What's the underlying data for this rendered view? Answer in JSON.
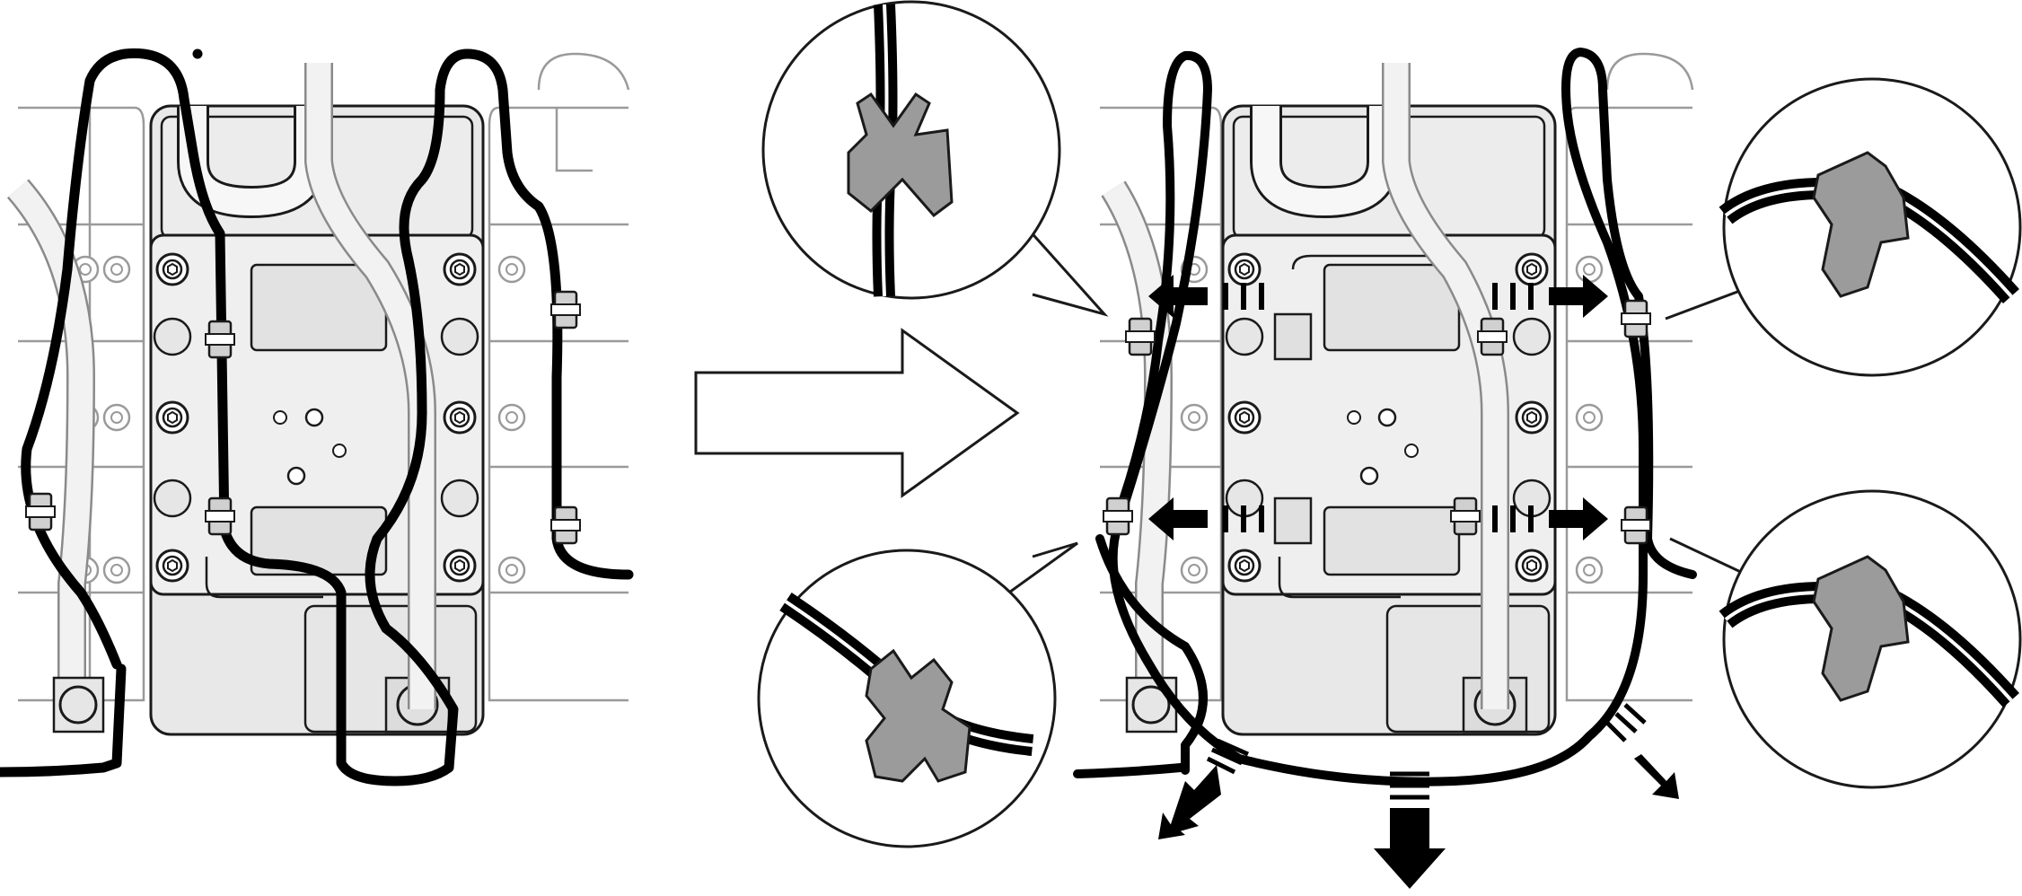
{
  "figure": {
    "panels": [
      "before-routing",
      "after-routing"
    ],
    "callouts": [
      "clip-detail-top",
      "clip-detail-bottom",
      "clip-detail-right-top",
      "clip-detail-right-bottom"
    ],
    "colors": {
      "background": "#ffffff",
      "cable": "#000000",
      "outline": "#1a1a1a",
      "light_outline": "#9a9a9a",
      "plate_fill": "#e8e8e8",
      "clip_fill": "#9b9b9b",
      "hose_fill": "#f2f2f2"
    },
    "icons": [
      "arrow-right-icon",
      "arrow-left-icon",
      "arrow-down-icon",
      "screw-icon",
      "clip-icon"
    ]
  }
}
